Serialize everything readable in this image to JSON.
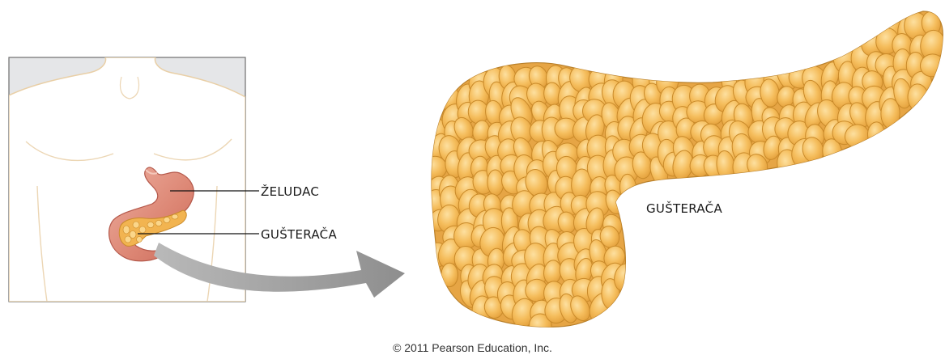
{
  "labels": {
    "stomach": "ŽELUDAC",
    "pancreas_small": "GUŠTERAČA",
    "pancreas_large": "GUŠTERAČA"
  },
  "copyright": "© 2011 Pearson Education, Inc.",
  "colors": {
    "panel_background": "#e5e6e8",
    "body_outline": "#e9cfa6",
    "stomach": "#d9806e",
    "pancreas": "#f2b450",
    "pancreas_lobe_border": "#c98a2a",
    "arrow": "#9a9a9a"
  }
}
